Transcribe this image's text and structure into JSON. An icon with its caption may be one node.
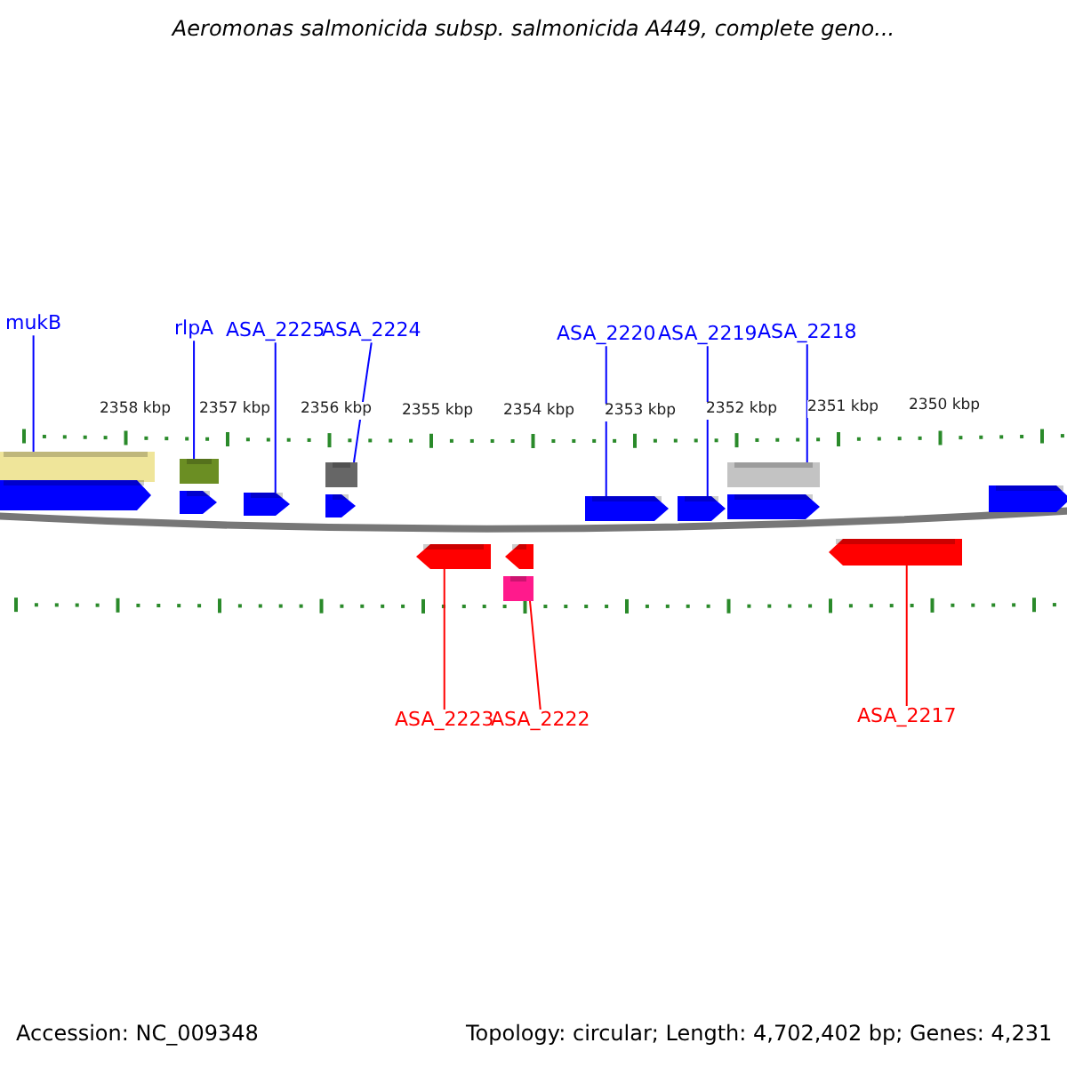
{
  "diagram": {
    "title": "Aeromonas salmonicida subsp. salmonicida A449, complete geno...",
    "nodes": [
      {
        "text": [
          "mukB"
        ]
      },
      {
        "text": [
          "rlpA"
        ]
      },
      {
        "text": [
          "ASA_2225"
        ]
      },
      {
        "text": [
          "ASA_2224"
        ]
      },
      {
        "text": [
          "ASA_2220"
        ]
      },
      {
        "text": [
          "ASA_2219"
        ]
      },
      {
        "text": [
          "ASA_2218"
        ]
      },
      {
        "text": [],
        "shape": "box"
      },
      {
        "text": [],
        "shape": "box"
      },
      {
        "text": [],
        "shape": "box"
      },
      {
        "text": [],
        "shape": "box"
      },
      {
        "text": [],
        "shape": "arrow"
      },
      {
        "text": [],
        "shape": "arrow"
      },
      {
        "text": [],
        "shape": "arrow"
      },
      {
        "text": [],
        "shape": "arrow"
      },
      {
        "text": [],
        "shape": "arrow"
      },
      {
        "text": [],
        "shape": "arrow"
      },
      {
        "text": [],
        "shape": "arrow"
      },
      {
        "text": [],
        "shape": "arrow"
      },
      {
        "text": [],
        "shape": "arrow"
      },
      {
        "text": [],
        "shape": "arrow"
      },
      {
        "text": [],
        "shape": "box"
      },
      {
        "text": [],
        "shape": "arrow"
      },
      {
        "text": [
          "ASA_2223"
        ]
      },
      {
        "text": [
          "ASA_2222"
        ]
      },
      {
        "text": [
          "ASA_2217"
        ]
      }
    ],
    "edges": [
      {
        "from": 0,
        "to": 7,
        "arrow": "none"
      },
      {
        "from": 1,
        "to": 8,
        "arrow": "none"
      },
      {
        "from": 2,
        "to": 13,
        "arrow": "none"
      },
      {
        "from": 3,
        "to": 9,
        "arrow": "none"
      },
      {
        "from": 4,
        "to": 15,
        "arrow": "none"
      },
      {
        "from": 5,
        "to": 16,
        "arrow": "none"
      },
      {
        "from": 6,
        "to": 10,
        "arrow": "none"
      },
      {
        "from": 23,
        "to": 19,
        "arrow": "none",
        "color": "#ff0000"
      },
      {
        "from": 24,
        "to": 21,
        "arrow": "none",
        "color": "#ff0000"
      },
      {
        "from": 25,
        "to": 22,
        "arrow": "none",
        "color": "#ff0000"
      }
    ],
    "labels": [
      "2358 kbp",
      "2357 kbp",
      "2356 kbp",
      "2355 kbp",
      "2354 kbp",
      "2353 kbp",
      "2352 kbp",
      "2351 kbp",
      "2350 kbp",
      "Accession: NC_009348",
      "Topology: circular; Length: 4,702,402 bp; Genes: 4,231"
    ]
  }
}
